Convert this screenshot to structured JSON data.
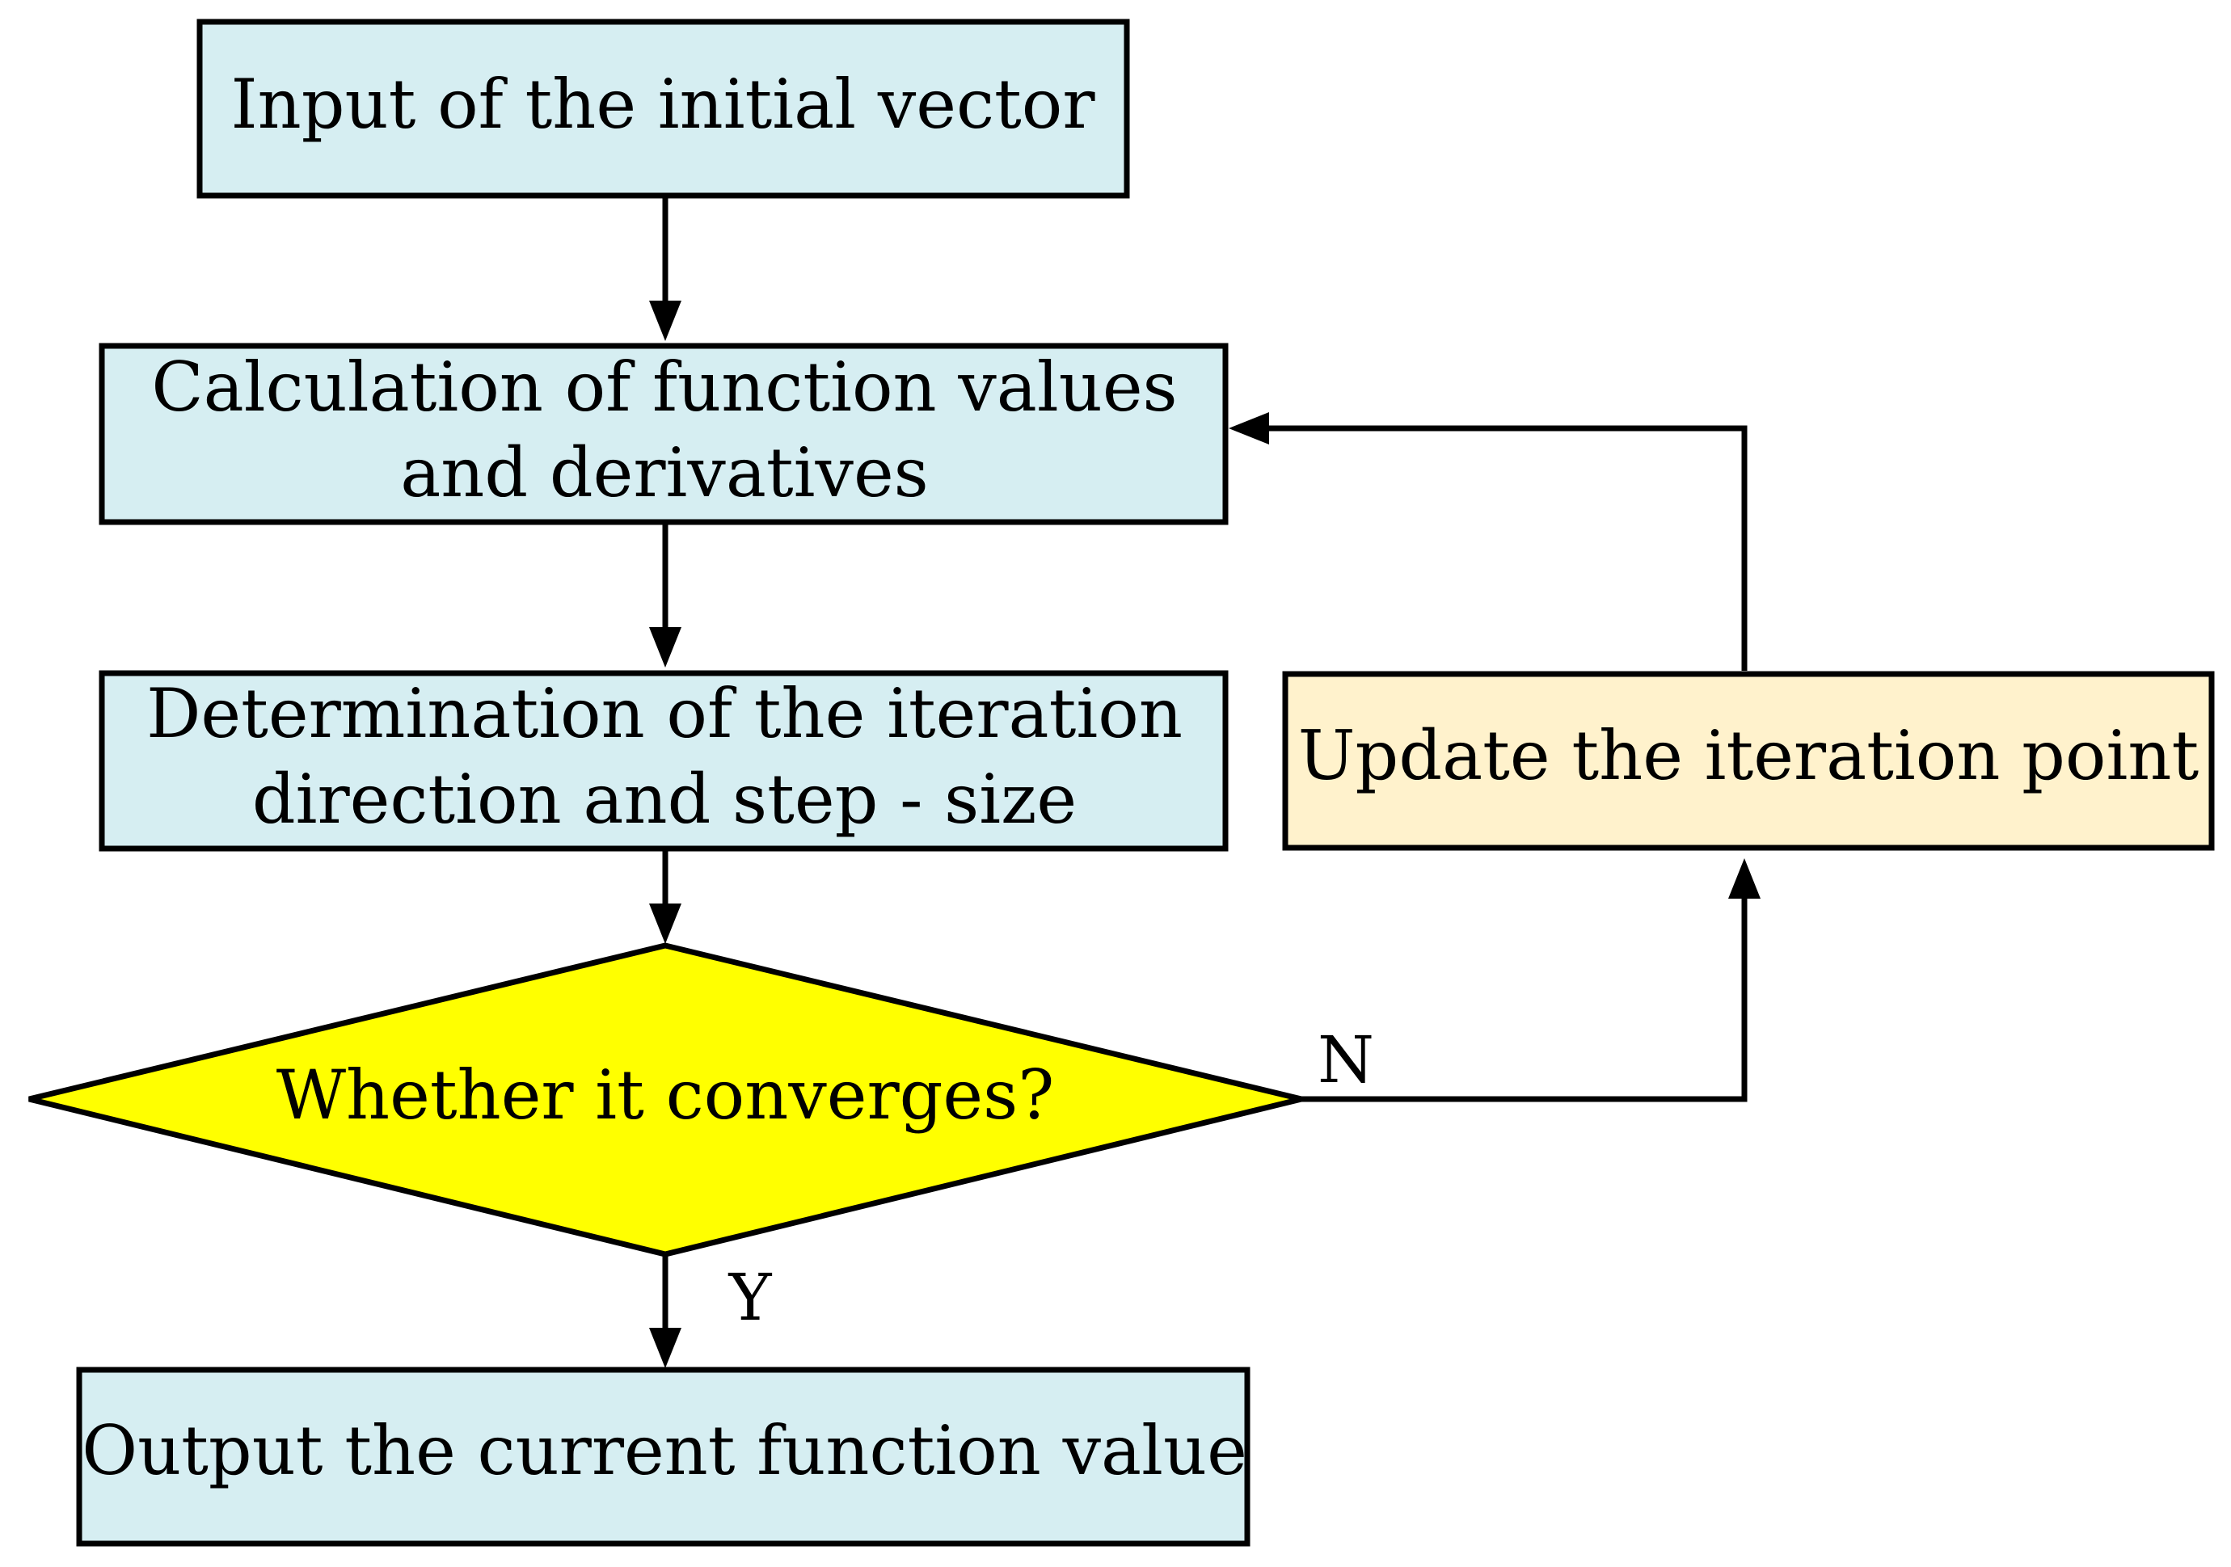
{
  "nodes": {
    "input": {
      "line1": "Input of the initial vector"
    },
    "calculation": {
      "line1": "Calculation of function values",
      "line2": "and derivatives"
    },
    "determination": {
      "line1": "Determination of the iteration",
      "line2": "direction and step - size"
    },
    "decision": {
      "line1": "Whether it converges?"
    },
    "update": {
      "line1": "Update the iteration point"
    },
    "output": {
      "line1": "Output the current function value"
    }
  },
  "edge_labels": {
    "no": "N",
    "yes": "Y"
  },
  "colors": {
    "process_fill": "#D6EEF2",
    "update_fill": "#FFF2CC",
    "decision_fill": "#FFFF00",
    "stroke": "#000000"
  }
}
